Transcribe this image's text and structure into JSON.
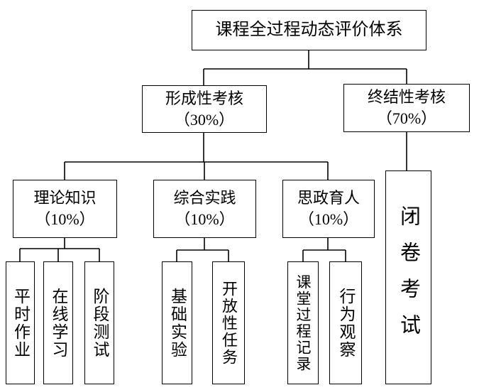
{
  "diagram": {
    "root": {
      "label": "课程全过程动态评价体系"
    },
    "level2": [
      {
        "line1": "形成性考核",
        "line2": "（30%）"
      },
      {
        "line1": "终结性考核",
        "line2": "（70%）"
      }
    ],
    "level3": [
      {
        "line1": "理论知识",
        "line2": "（10%）"
      },
      {
        "line1": "综合实践",
        "line2": "（10%）"
      },
      {
        "line1": "思政育人",
        "line2": "（10%）"
      }
    ],
    "leaves": [
      {
        "label": "平时作业"
      },
      {
        "label": "在线学习"
      },
      {
        "label": "阶段测试"
      },
      {
        "label": "基础实验"
      },
      {
        "label": "开放性任务"
      },
      {
        "label": "课堂过程记录"
      },
      {
        "label": "行为观察"
      },
      {
        "label": "闭卷考试"
      }
    ]
  }
}
